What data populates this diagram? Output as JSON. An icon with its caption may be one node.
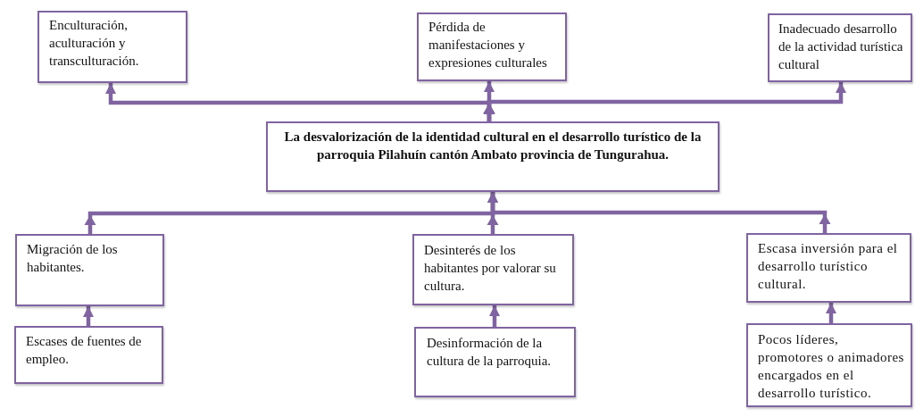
{
  "diagram": {
    "nodes": [
      {
        "text": [
          "Enculturación, aculturación y transculturación."
        ]
      },
      {
        "text": [
          "Pérdida de manifestaciones y expresiones culturales"
        ]
      },
      {
        "text": [
          "Inadecuado desarrollo de la actividad turística cultural"
        ]
      },
      {
        "text": [
          "La desvalorización de la identidad cultural en el desarrollo turístico de la parroquia Pilahuín cantón Ambato provincia de Tungurahua."
        ]
      },
      {
        "text": [
          "Migración de los habitantes."
        ]
      },
      {
        "text": [
          "Desinterés de los habitantes por valorar su cultura."
        ]
      },
      {
        "text": [
          "Escasa inversión para el desarrollo turístico cultural."
        ]
      },
      {
        "text": [
          "Escases de fuentes de empleo."
        ]
      },
      {
        "text": [
          "Desinformación de la cultura de la parroquia."
        ]
      },
      {
        "text": [
          "Pocos líderes, promotores o animadores encargados en el desarrollo turístico."
        ]
      }
    ],
    "edges": [
      {
        "from": 3,
        "to": 0,
        "arrow": "to"
      },
      {
        "from": 3,
        "to": 1,
        "arrow": "to"
      },
      {
        "from": 3,
        "to": 2,
        "arrow": "to"
      },
      {
        "from": 4,
        "to": 3,
        "arrow": "to"
      },
      {
        "from": 5,
        "to": 3,
        "arrow": "to"
      },
      {
        "from": 6,
        "to": 3,
        "arrow": "to"
      },
      {
        "from": 7,
        "to": 4,
        "arrow": "to"
      },
      {
        "from": 8,
        "to": 5,
        "arrow": "to"
      },
      {
        "from": 9,
        "to": 6,
        "arrow": "to"
      }
    ]
  }
}
